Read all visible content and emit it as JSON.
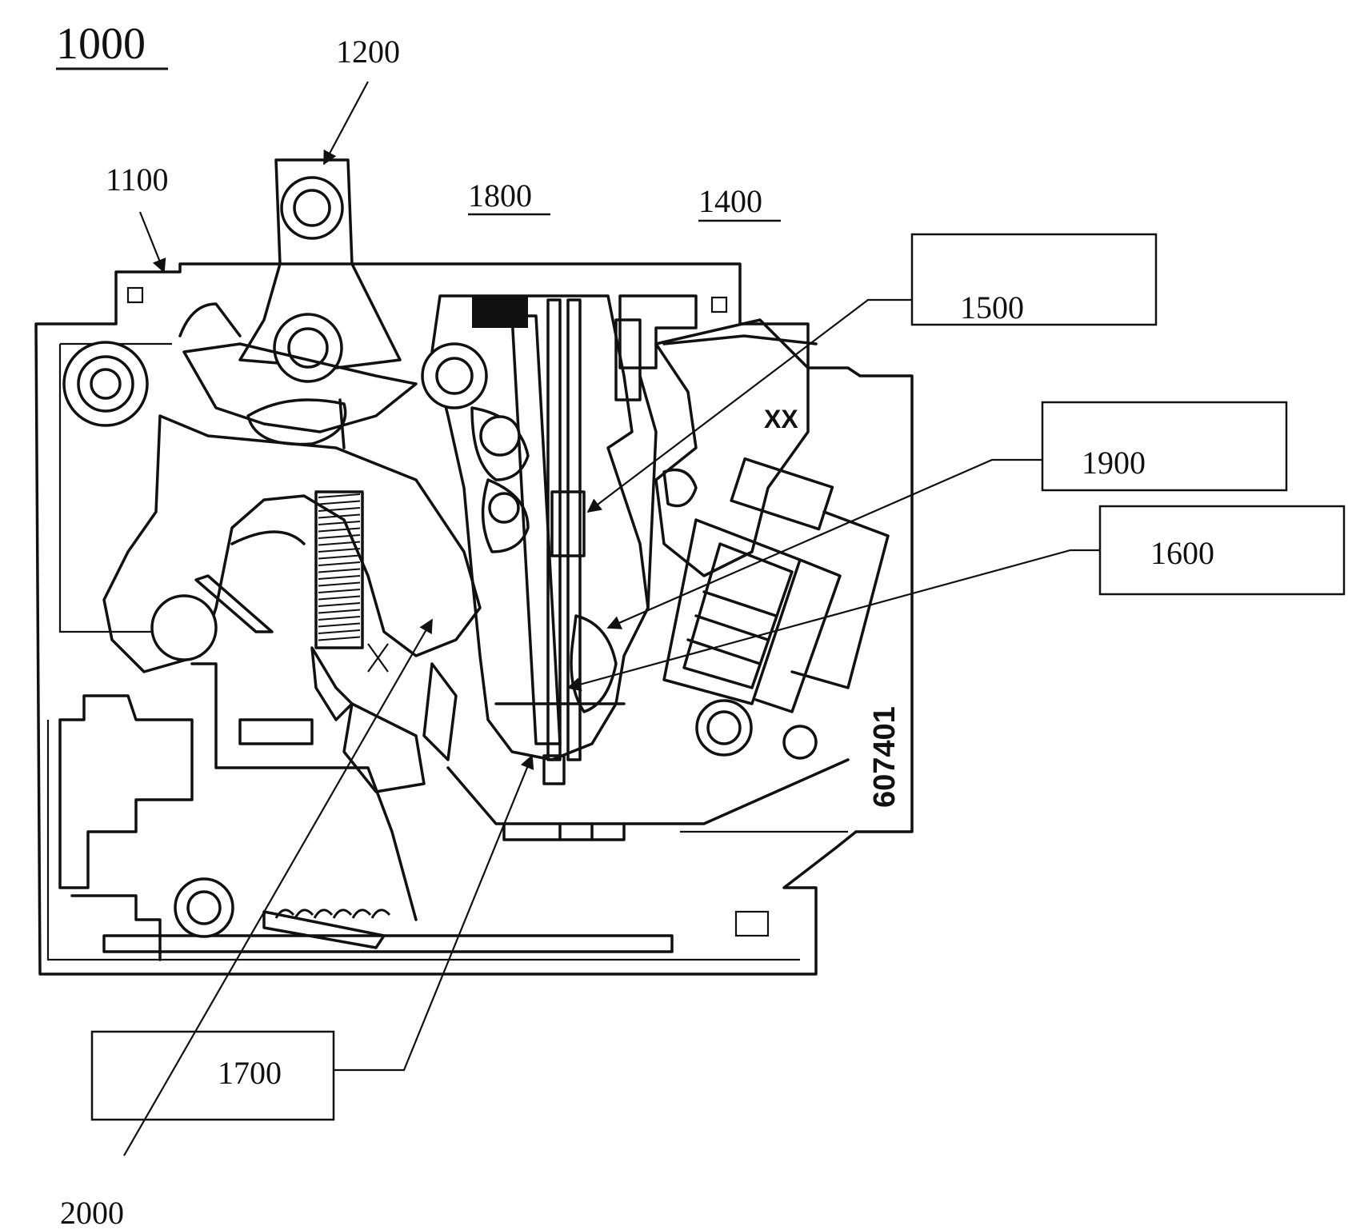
{
  "figure": {
    "number": "1000",
    "body_stamp": "607401",
    "mark": "XX"
  },
  "labels": {
    "l1100": "1100",
    "l1200": "1200",
    "l1400": "1400",
    "l1500": "1500",
    "l1600": "1600",
    "l1700": "1700",
    "l1800": "1800",
    "l1900": "1900",
    "l2000": "2000"
  }
}
